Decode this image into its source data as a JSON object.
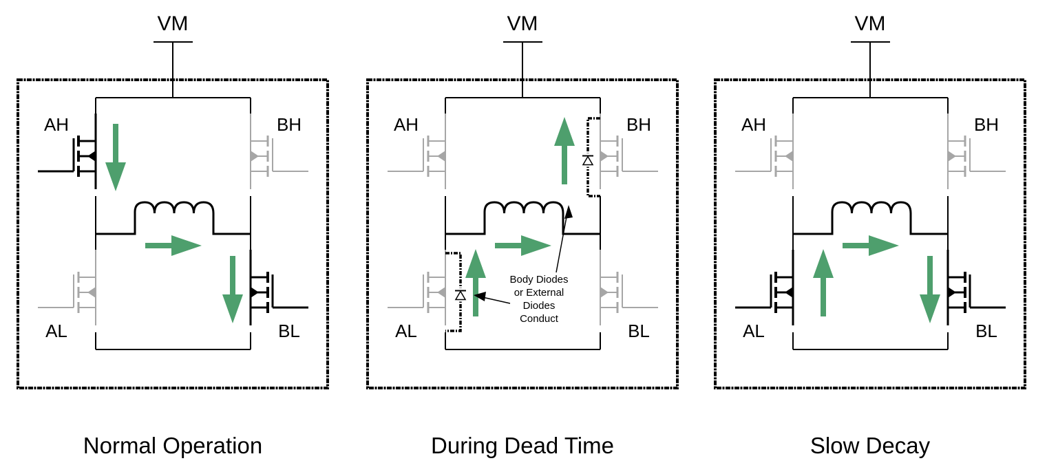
{
  "colors": {
    "on": "#000000",
    "off": "#a6a6a6",
    "current_arrow": "#4e9f6d",
    "frame": "#000000"
  },
  "panels": [
    {
      "title": "Normal Operation",
      "supply_label": "VM",
      "labels": {
        "ah": "AH",
        "bh": "BH",
        "al": "AL",
        "bl": "BL"
      },
      "switch_states": {
        "ah": "on",
        "bh": "off",
        "al": "off",
        "bl": "on"
      },
      "diodes_conducting": [],
      "arrows": [
        "down-left-upper",
        "right-middle",
        "down-right-lower"
      ],
      "annotation": null
    },
    {
      "title": "During Dead Time",
      "supply_label": "VM",
      "labels": {
        "ah": "AH",
        "bh": "BH",
        "al": "AL",
        "bl": "BL"
      },
      "switch_states": {
        "ah": "off",
        "bh": "off",
        "al": "off",
        "bl": "off"
      },
      "diodes_conducting": [
        "bh",
        "al"
      ],
      "arrows": [
        "up-right-upper",
        "right-middle",
        "up-left-lower"
      ],
      "annotation": {
        "lines": [
          "Body Diodes",
          "or External",
          "Diodes",
          "Conduct"
        ]
      }
    },
    {
      "title": "Slow Decay",
      "supply_label": "VM",
      "labels": {
        "ah": "AH",
        "bh": "BH",
        "al": "AL",
        "bl": "BL"
      },
      "switch_states": {
        "ah": "off",
        "bh": "off",
        "al": "on",
        "bl": "on"
      },
      "diodes_conducting": [],
      "arrows": [
        "right-middle",
        "up-left-lower",
        "down-right-lower"
      ],
      "annotation": null
    }
  ]
}
